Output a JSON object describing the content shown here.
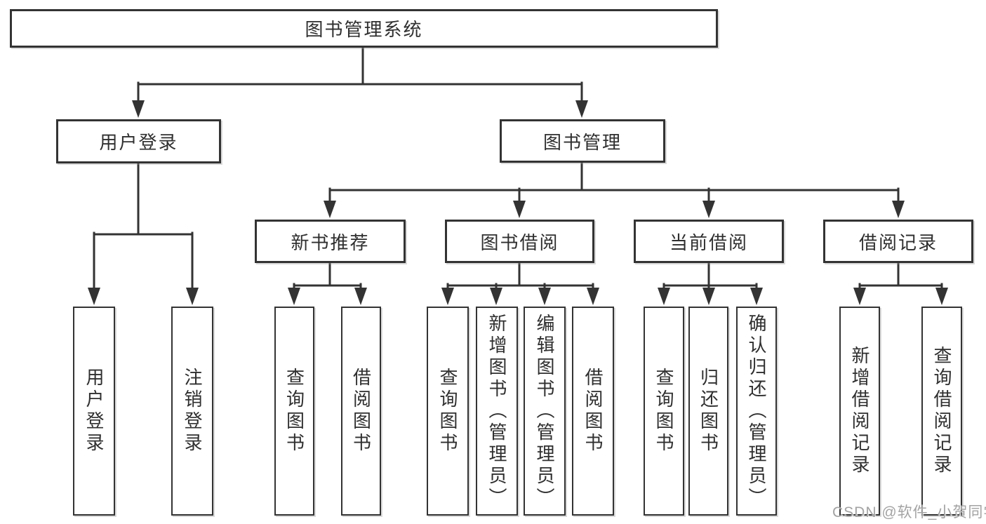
{
  "diagram": {
    "root": {
      "label": "图书管理系统"
    },
    "level2": [
      {
        "label": "用户登录"
      },
      {
        "label": "图书管理"
      }
    ],
    "level3": [
      {
        "label": "新书推荐",
        "parent": "图书管理"
      },
      {
        "label": "图书借阅",
        "parent": "图书管理"
      },
      {
        "label": "当前借阅",
        "parent": "图书管理"
      },
      {
        "label": "借阅记录",
        "parent": "图书管理"
      }
    ],
    "leaves": [
      {
        "label": "用户登录",
        "parent": "用户登录"
      },
      {
        "label": "注销登录",
        "parent": "用户登录"
      },
      {
        "label": "查询图书",
        "parent": "新书推荐"
      },
      {
        "label": "借阅图书",
        "parent": "新书推荐"
      },
      {
        "label": "查询图书",
        "parent": "图书借阅"
      },
      {
        "label": "新增图书（管理员）",
        "parent": "图书借阅"
      },
      {
        "label": "编辑图书（管理员）",
        "parent": "图书借阅"
      },
      {
        "label": "借阅图书",
        "parent": "图书借阅"
      },
      {
        "label": "查询图书",
        "parent": "当前借阅"
      },
      {
        "label": "归还图书",
        "parent": "当前借阅"
      },
      {
        "label": "确认归还（管理员）",
        "parent": "当前借阅"
      },
      {
        "label": "新增借阅记录",
        "parent": "借阅记录"
      },
      {
        "label": "查询借阅记录",
        "parent": "借阅记录"
      }
    ],
    "watermark": "CSDN @软件_小贺同学",
    "colors": {
      "line": "#333333",
      "text": "#2f2f2f",
      "background": "#ffffff",
      "watermark": "#a3a3a3"
    }
  }
}
